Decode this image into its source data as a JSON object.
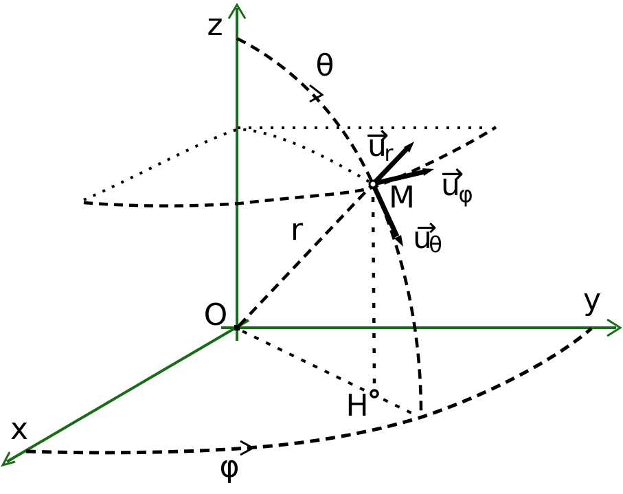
{
  "figure": {
    "colors": {
      "axes": "#1a6b1a",
      "lines": "#000000",
      "point_fill": "#ffffff",
      "background": "#ffffff"
    },
    "labels": {
      "z_axis": "z",
      "y_axis": "y",
      "x_axis": "x",
      "origin": "O",
      "point": "M",
      "projection": "H",
      "radius": "r",
      "polar_angle": "θ",
      "azimuth_angle": "φ",
      "vector_letter": "u",
      "vector_arrow": "→",
      "subscript_r": "r",
      "subscript_theta": "θ",
      "subscript_phi": "φ"
    }
  }
}
